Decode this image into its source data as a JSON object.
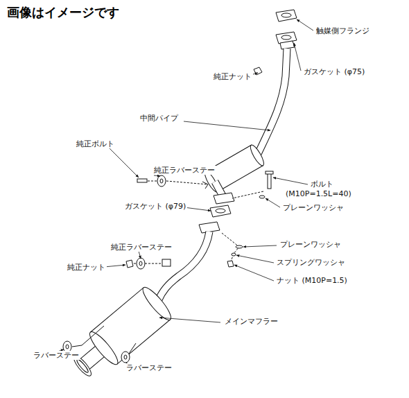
{
  "diagram": {
    "title": "画像はイメージです",
    "labels": [
      "触媒側フランジ",
      "ガスケット (φ75)",
      "純正ナット",
      "中間パイプ",
      "純正ボルト",
      "純正ラバーステー",
      "ボルト",
      "(M10P=1.5L=40)",
      "ガスケット (φ79)",
      "プレーンワッシャ",
      "純正ラバーステー",
      "プレーンワッシャ",
      "純正ナット",
      "スプリングワッシャ",
      "ナット (M10P=1.5)",
      "メインマフラー",
      "ラバーステー",
      "ラバーステー"
    ]
  }
}
